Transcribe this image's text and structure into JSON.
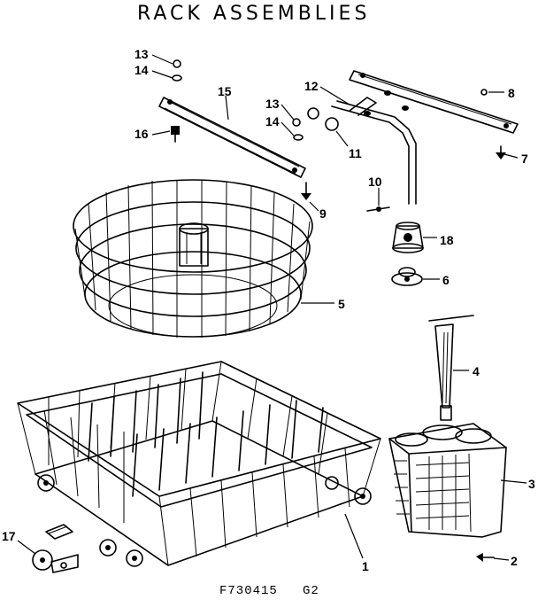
{
  "title": "RACK ASSEMBLIES",
  "figure_code": "F730415   G2",
  "callouts": {
    "c1": "1",
    "c2": "2",
    "c3": "3",
    "c4": "4",
    "c5": "5",
    "c6": "6",
    "c7": "7",
    "c8": "8",
    "c9": "9",
    "c10": "10",
    "c11": "11",
    "c12": "12",
    "c13a": "13",
    "c13b": "13",
    "c14a": "14",
    "c14b": "14",
    "c15": "15",
    "c16": "16",
    "c17": "17",
    "c18": "18"
  }
}
